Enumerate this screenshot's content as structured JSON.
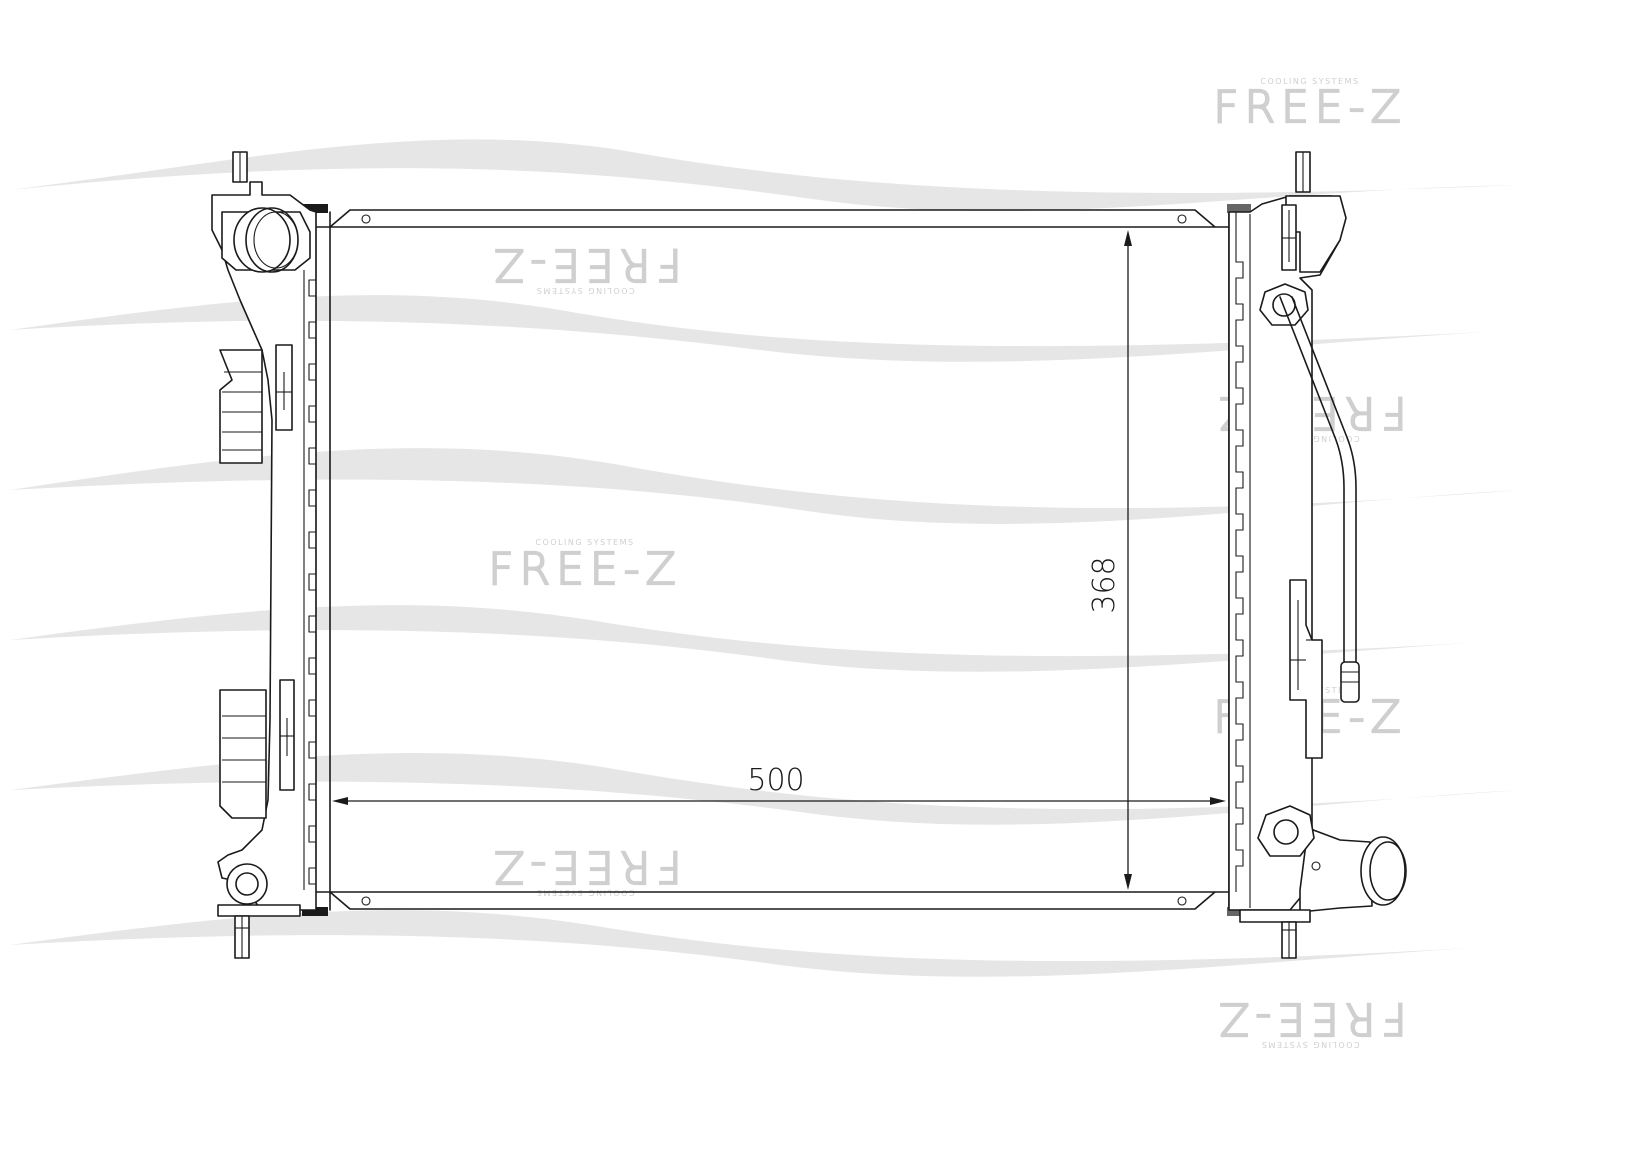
{
  "watermark": {
    "brand": "FREE-Z",
    "tagline": "COOLING SYSTEMS"
  },
  "dimensions": {
    "width_label": "500",
    "height_label": "368"
  },
  "colors": {
    "line": "#1a1a1a",
    "watermark": "#cfcfcf",
    "wave": "#e6e6e6",
    "background": "#ffffff"
  }
}
